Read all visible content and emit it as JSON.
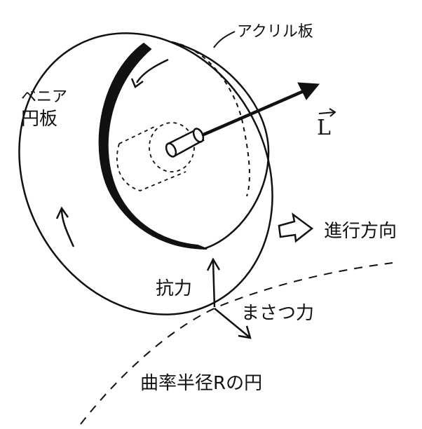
{
  "labels": {
    "acrylic_plate": "アクリル板",
    "veneer_plate_line1": "ベニア",
    "veneer_plate_line2": "円板",
    "angular_momentum": "L",
    "direction_of_motion": "進行方向",
    "normal_force": "抗力",
    "friction_force": "まさつ力",
    "circle_of_radius": "曲率半径Rの円"
  },
  "colors": {
    "ink": "#111111",
    "background": "#ffffff"
  }
}
